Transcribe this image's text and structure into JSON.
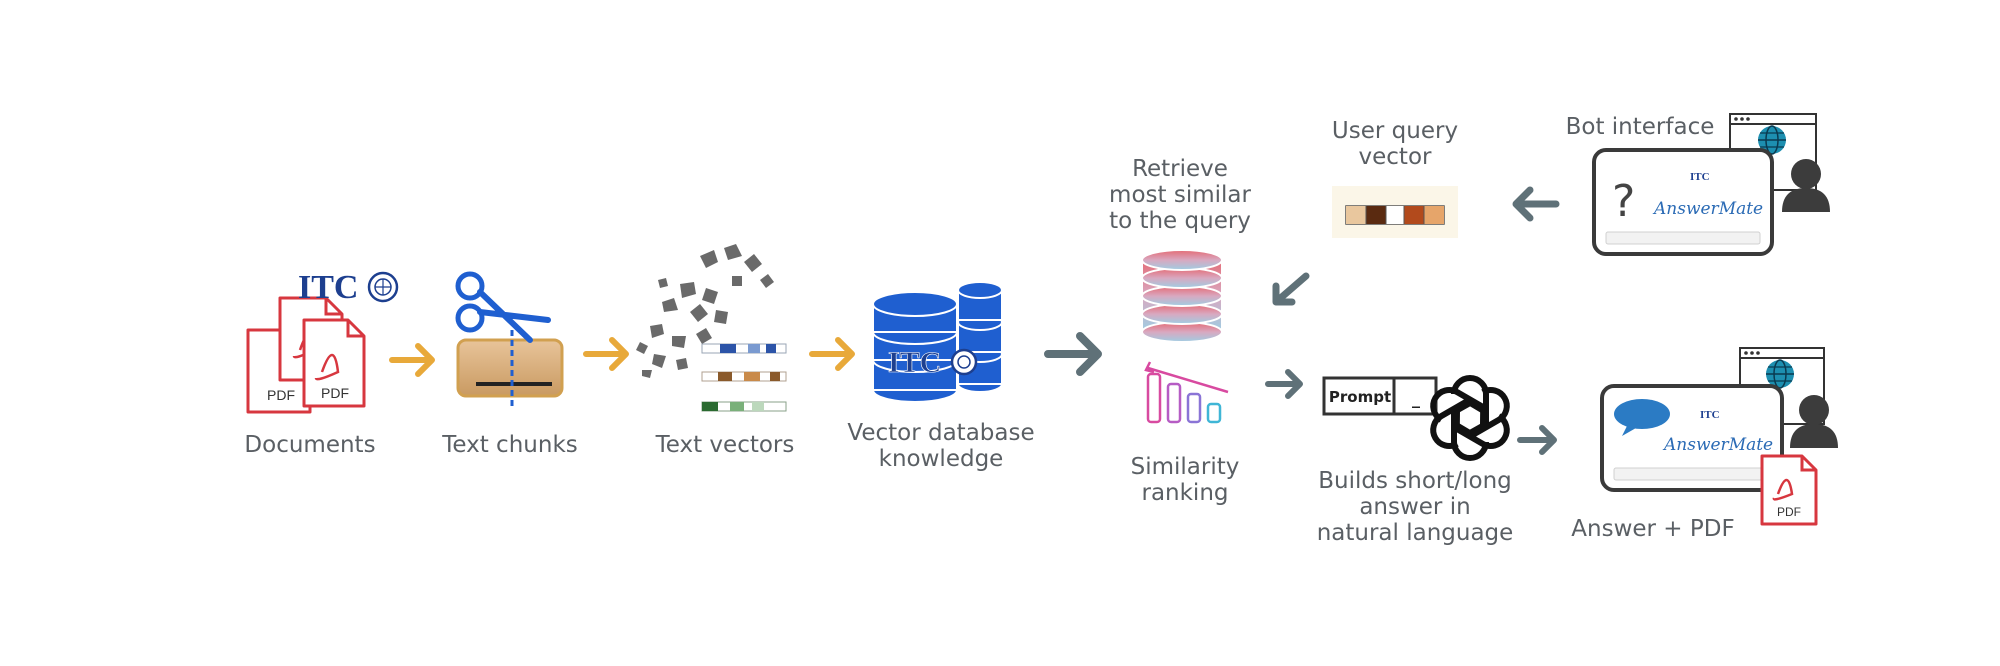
{
  "logo": {
    "text": "ITC"
  },
  "labels": {
    "documents": "Documents",
    "text_chunks": "Text chunks",
    "text_vectors": "Text vectors",
    "vector_db_1": "Vector database",
    "vector_db_2": "knowledge",
    "retrieve_1": "Retrieve",
    "retrieve_2": "most similar",
    "retrieve_3": "to the query",
    "similarity_1": "Similarity",
    "similarity_2": "ranking",
    "user_query_1": "User query",
    "user_query_2": "vector",
    "bot_interface": "Bot interface",
    "builds_1": "Builds short/long",
    "builds_2": "answer in",
    "builds_3": "natural language",
    "answer_pdf": "Answer + PDF"
  },
  "doc_badge": {
    "pdf": "PDF",
    "partial": "P"
  },
  "prompt_box": {
    "label": "Prompt",
    "cursor": "_"
  },
  "bot_screen": {
    "brand": "AnswerMate",
    "question_mark": "?",
    "logo_small": "ITC"
  },
  "colors": {
    "orange_arrow": "#e8a93a",
    "gray_arrow": "#5f7178",
    "pdf_red": "#d7373f",
    "db_blue": "#1f5fd0",
    "itc_navy": "#1d3f8f"
  }
}
